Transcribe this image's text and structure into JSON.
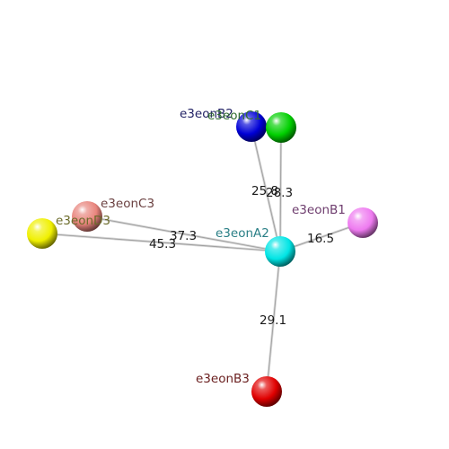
{
  "nodes": [
    {
      "id": "e3eonA2",
      "label": "e3eonA2",
      "color": "#00e5e5",
      "label_color": "#2a7f86"
    },
    {
      "id": "e3eonB1",
      "label": "e3eonB1",
      "color": "#ee7af0",
      "label_color": "#6e3d6e"
    },
    {
      "id": "e3eonB2",
      "label": "e3eonB2",
      "color": "#0000d6",
      "label_color": "#1f1f63"
    },
    {
      "id": "e3eonB3",
      "label": "e3eonB3",
      "color": "#e00000",
      "label_color": "#6b2020"
    },
    {
      "id": "e3eonC1",
      "label": "e3eonC1",
      "color": "#00d000",
      "label_color": "#306b30"
    },
    {
      "id": "e3eonC3",
      "label": "e3eonC3",
      "color": "#e8847c",
      "label_color": "#6a4040"
    },
    {
      "id": "e3eonD3",
      "label": "e3eonD3",
      "color": "#f0f000",
      "label_color": "#6b6b2a"
    }
  ],
  "edges": [
    {
      "from": "e3eonA2",
      "to": "e3eonB1",
      "label": "16.5"
    },
    {
      "from": "e3eonA2",
      "to": "e3eonB2",
      "label": "25.8"
    },
    {
      "from": "e3eonA2",
      "to": "e3eonC1",
      "label": "28.3"
    },
    {
      "from": "e3eonA2",
      "to": "e3eonB3",
      "label": "29.1"
    },
    {
      "from": "e3eonA2",
      "to": "e3eonC3",
      "label": "37.3"
    },
    {
      "from": "e3eonA2",
      "to": "e3eonD3",
      "label": "45.3"
    }
  ]
}
